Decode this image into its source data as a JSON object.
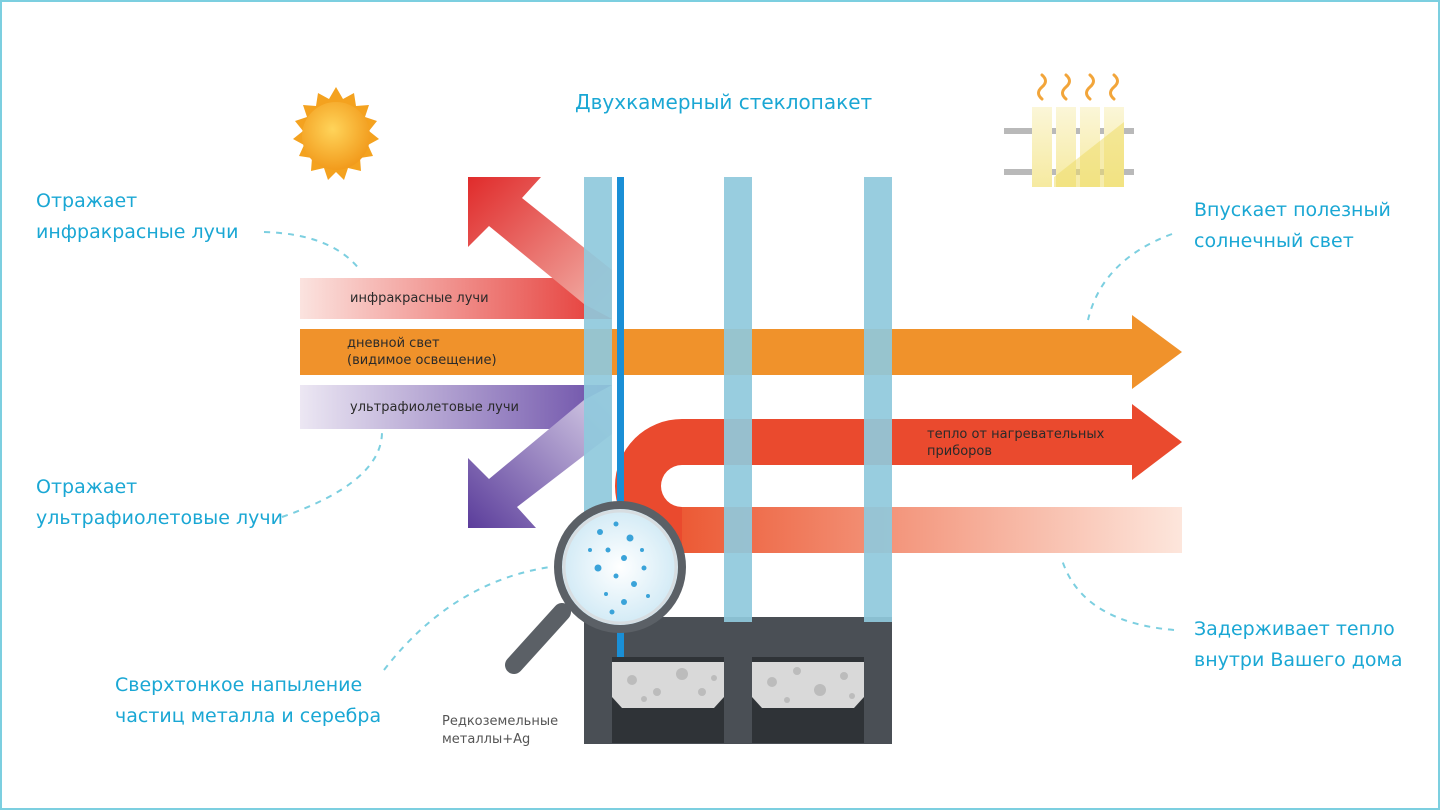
{
  "title": "Двухкамерный стеклопакет",
  "left_labels": {
    "ir_reflect": [
      "Отражает",
      "инфракрасные лучи"
    ],
    "uv_reflect": [
      "Отражает",
      "ультрафиолетовые лучи"
    ],
    "coating": [
      "Сверхтонкое напыление",
      "частиц металла и серебра"
    ]
  },
  "right_labels": {
    "sunlight": [
      "Впускает полезный",
      "солнечный свет"
    ],
    "heat": [
      "Задерживает тепло",
      "внутри Вашего дома"
    ]
  },
  "bands": {
    "infrared": "инфракрасные лучи",
    "daylight": [
      "дневной свет",
      "(видимое освещение)"
    ],
    "ultraviolet": "ультрафиолетовые лучи",
    "heat": [
      "тепло от нагревательных",
      "приборов"
    ]
  },
  "spacer_note": [
    "Редкоземельные",
    "металлы+Ag"
  ],
  "icons": [
    "sun-icon",
    "radiator-icon",
    "magnifier-icon"
  ],
  "colors": {
    "accent": "#1aa7d4",
    "infrared": "#e53935",
    "daylight": "#f0922b",
    "ultraviolet": "#6b4ea8",
    "heat": "#ea4a2e",
    "glass": "#8fc9dc",
    "frame": "#4a4f55"
  }
}
